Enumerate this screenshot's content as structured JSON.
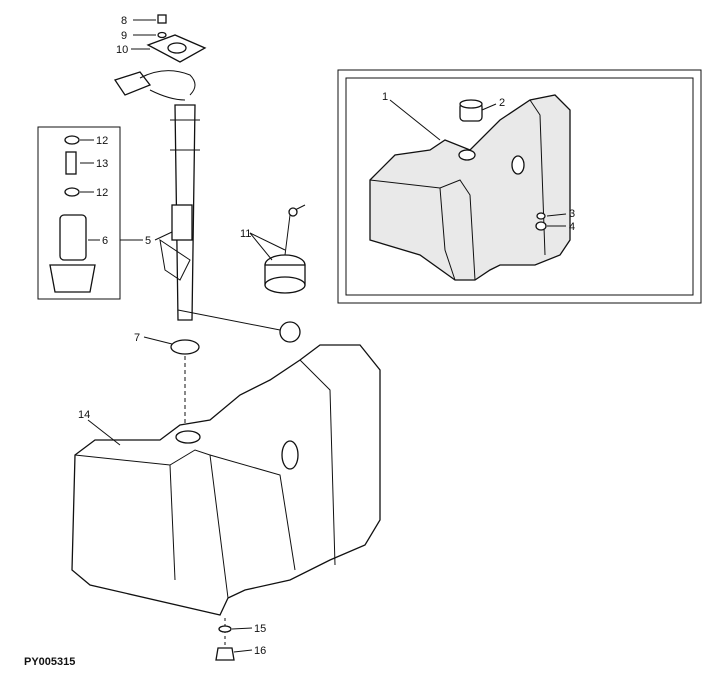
{
  "figure_code": "PY005315",
  "callouts": {
    "c1": "1",
    "c2": "2",
    "c3": "3",
    "c4": "4",
    "c5": "5",
    "c6": "6",
    "c7": "7",
    "c8": "8",
    "c9": "9",
    "c10": "10",
    "c11": "11",
    "c12a": "12",
    "c12b": "12",
    "c13": "13",
    "c14": "14",
    "c15": "15",
    "c16": "16"
  }
}
